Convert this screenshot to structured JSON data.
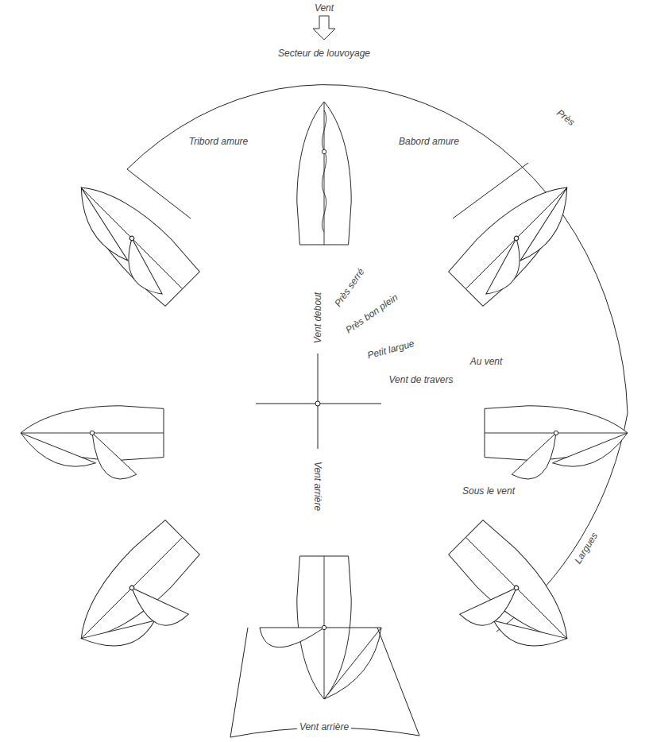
{
  "diagram": {
    "labels": [
      "Vent",
      "Secteur de louvoyage",
      "Tribord amure",
      "Babord amure",
      "Près",
      "Vent debout",
      "Près serré",
      "Près bon plein",
      "Petit largue",
      "Au vent",
      "Vent de travers",
      "Vent arrière",
      "Sous le vent",
      "Largues",
      "Vent arrière"
    ]
  }
}
